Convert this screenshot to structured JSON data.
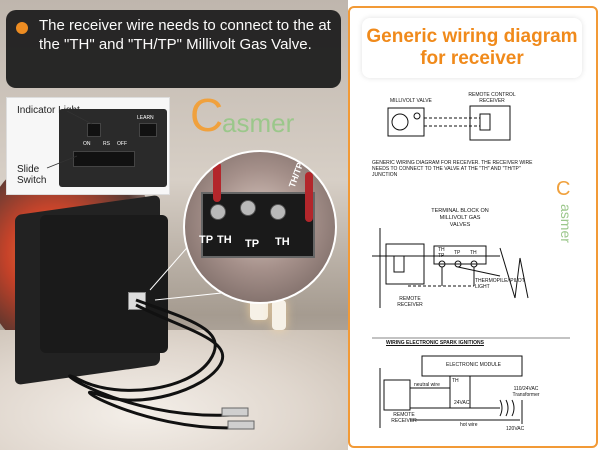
{
  "banner": {
    "text": "The receiver wire needs to connect to the at the \"TH\" and \"TH/TP\" Millivolt Gas Valve."
  },
  "inset": {
    "indicator_label": "Indicator Light",
    "learn_label": "LEARN",
    "switch_positions": [
      "ON",
      "RS",
      "OFF"
    ],
    "slide_switch_label": "Slide\nSwitch"
  },
  "brand": {
    "logo_text": "asmer",
    "logo_initial": "C",
    "color": "#8fc47a"
  },
  "terminal_zoom": {
    "labels": [
      "TP",
      "TH",
      "TP",
      "TH"
    ],
    "side_text": "TH/TP"
  },
  "diagram": {
    "title": "Generic wiring diagram for receiver",
    "accent": "#f08a1b",
    "millivolt_valve": "MILLIVOLT VALVE",
    "remote_control_receiver": "REMOTE CONTROL RECEIVER",
    "note": "GENERIC WIRING DIAGRAM FOR RECEIVER. THE RECEIVER WIRE NEEDS TO CONNECT TO THE VALVE AT THE \"TH\" AND \"TH/TP\" JUNCTION",
    "terminal_block": "TERMINAL BLOCK ON MILLIVOLT GAS VALVES",
    "terminal_labels": [
      "TH",
      "TP",
      "TP",
      "TH"
    ],
    "thermopile": "THERMOPILE/ PILOT LIGHT",
    "remote_receiver": "REMOTE RECEIVER",
    "spark_title": "WIRING ELECTRONIC SPARK IGNITIONS",
    "electronic_module": "ELECTRONIC MODULE",
    "th": "TH",
    "neutral": "neutral wire",
    "vac24": "24VAC",
    "transformer": "110/24VAC Transformer",
    "remote_receiver2": "REMOTE RECEIVER",
    "hot_wire": "hot wire",
    "vac120": "120VAC"
  }
}
